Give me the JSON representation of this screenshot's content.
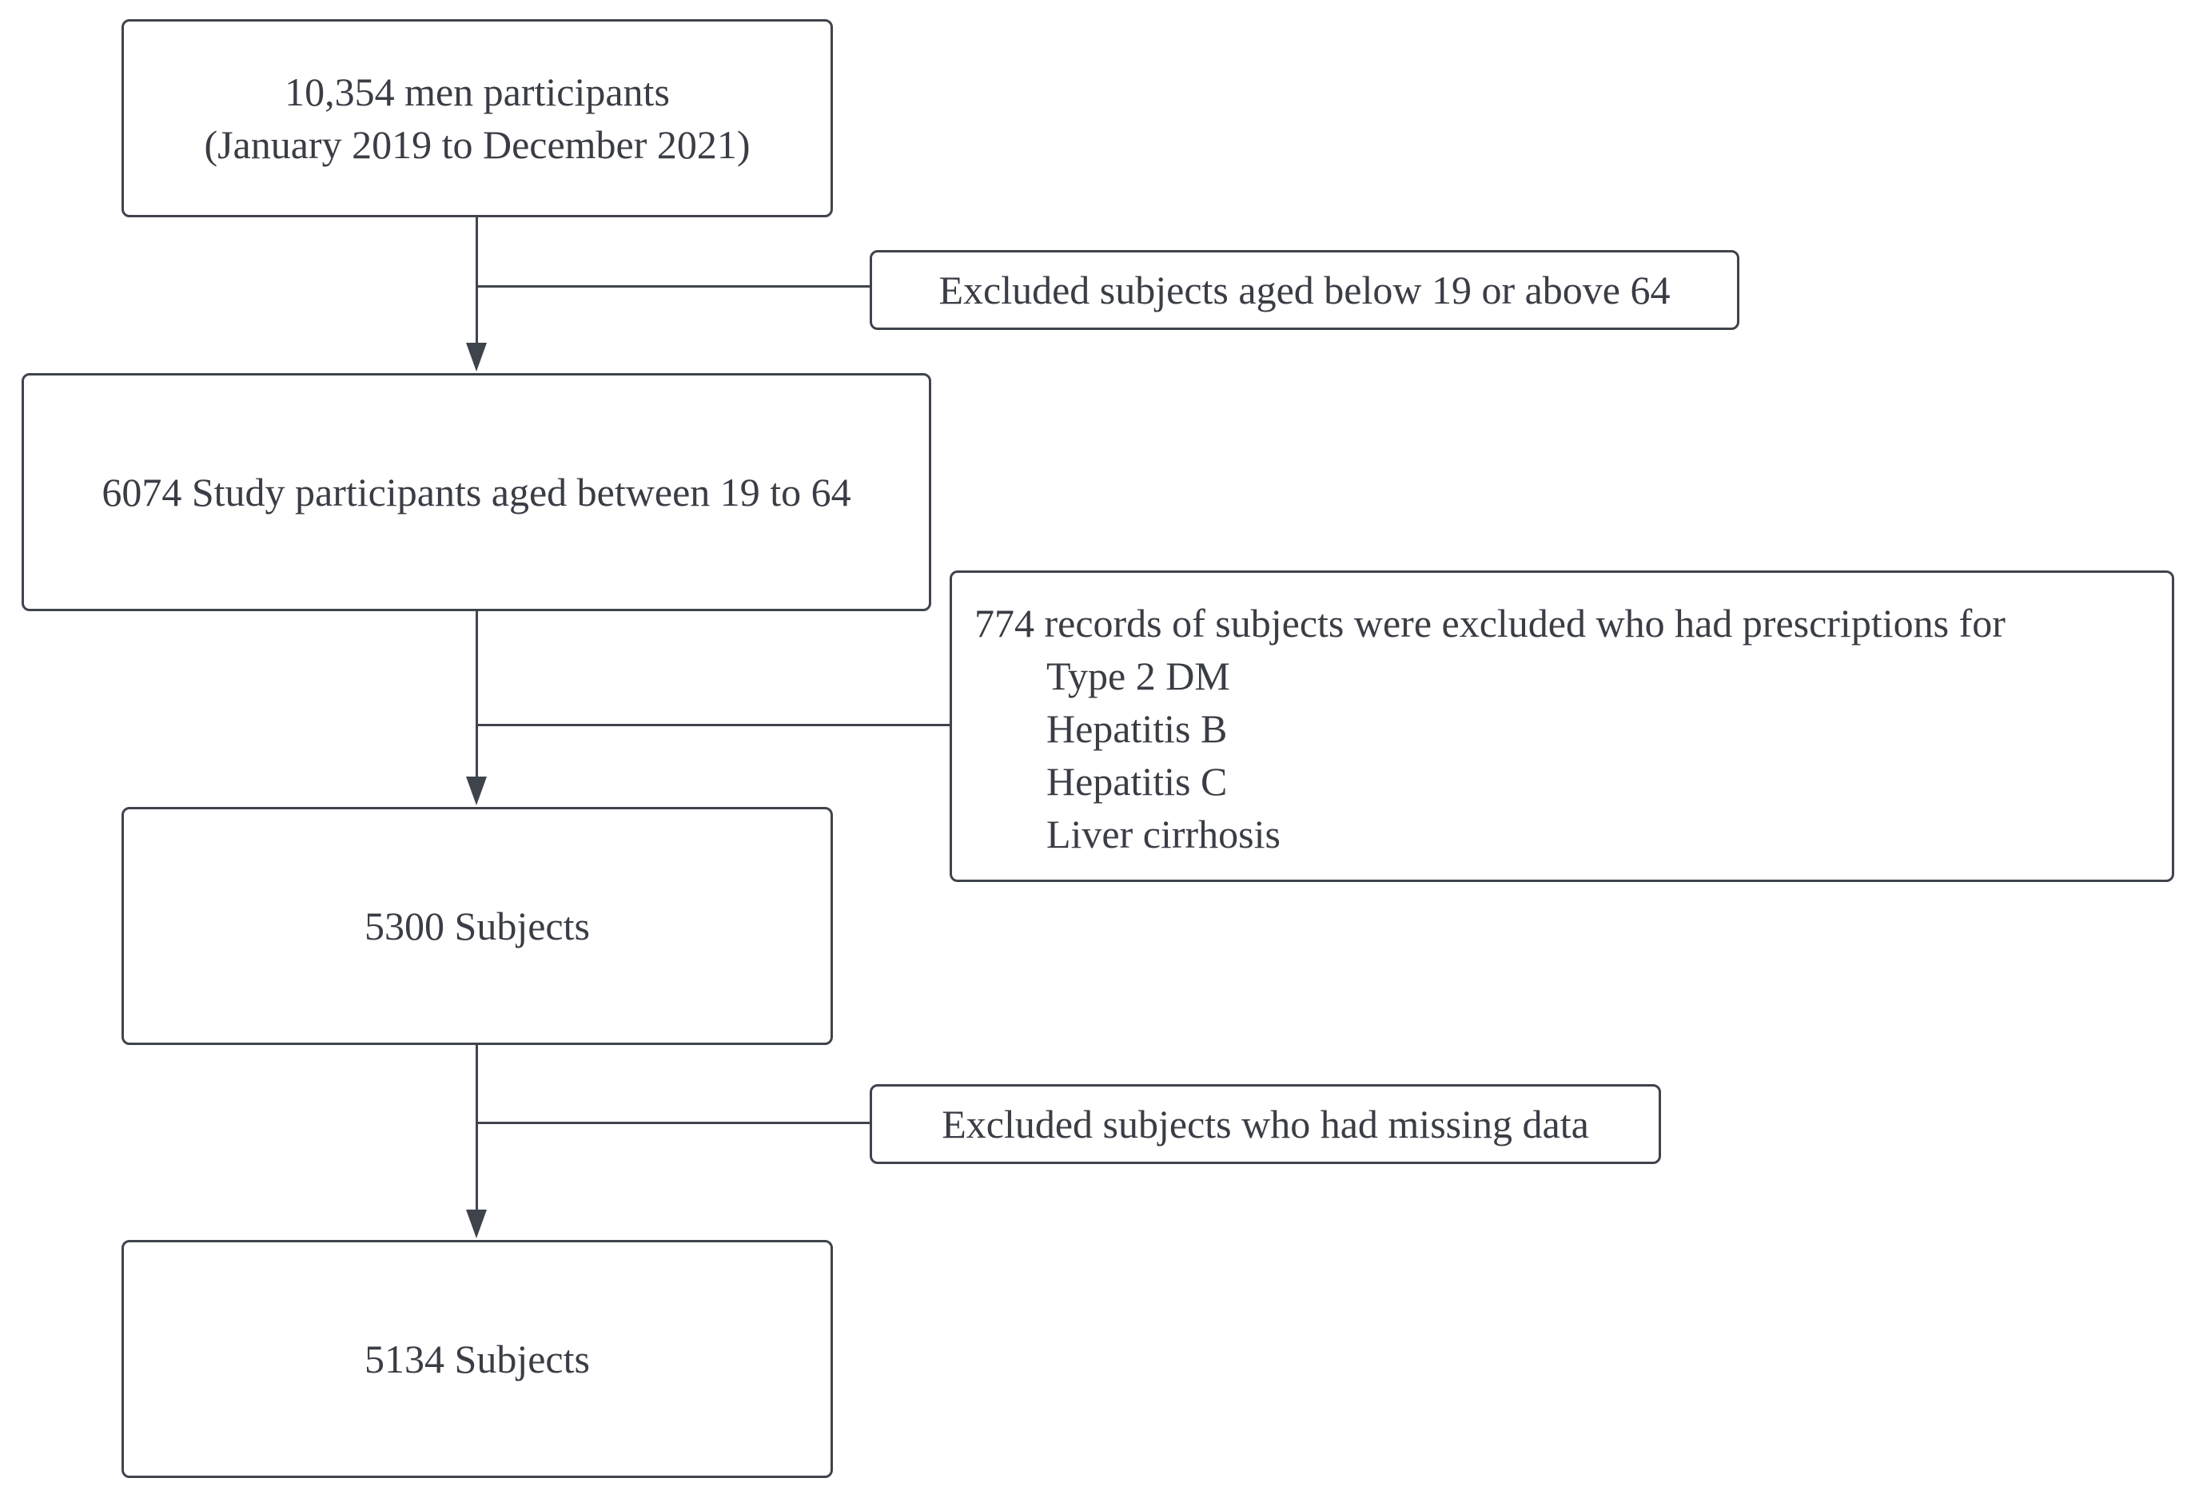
{
  "flow": {
    "step1": {
      "line1": "10,354 men participants",
      "line2": "(January 2019 to December 2021)"
    },
    "step2": {
      "label": "6074 Study participants aged between 19 to 64"
    },
    "step3": {
      "label": "5300 Subjects"
    },
    "step4": {
      "label": "5134 Subjects"
    }
  },
  "exclusions": {
    "exclusion1": {
      "label": "Excluded subjects aged below 19 or above 64"
    },
    "exclusion2": {
      "heading": "774 records of subjects were excluded who had prescriptions for",
      "items": [
        "Type 2 DM",
        "Hepatitis B",
        "Hepatitis C",
        "Liver cirrhosis"
      ]
    },
    "exclusion3": {
      "label": "Excluded subjects who had missing data"
    }
  }
}
